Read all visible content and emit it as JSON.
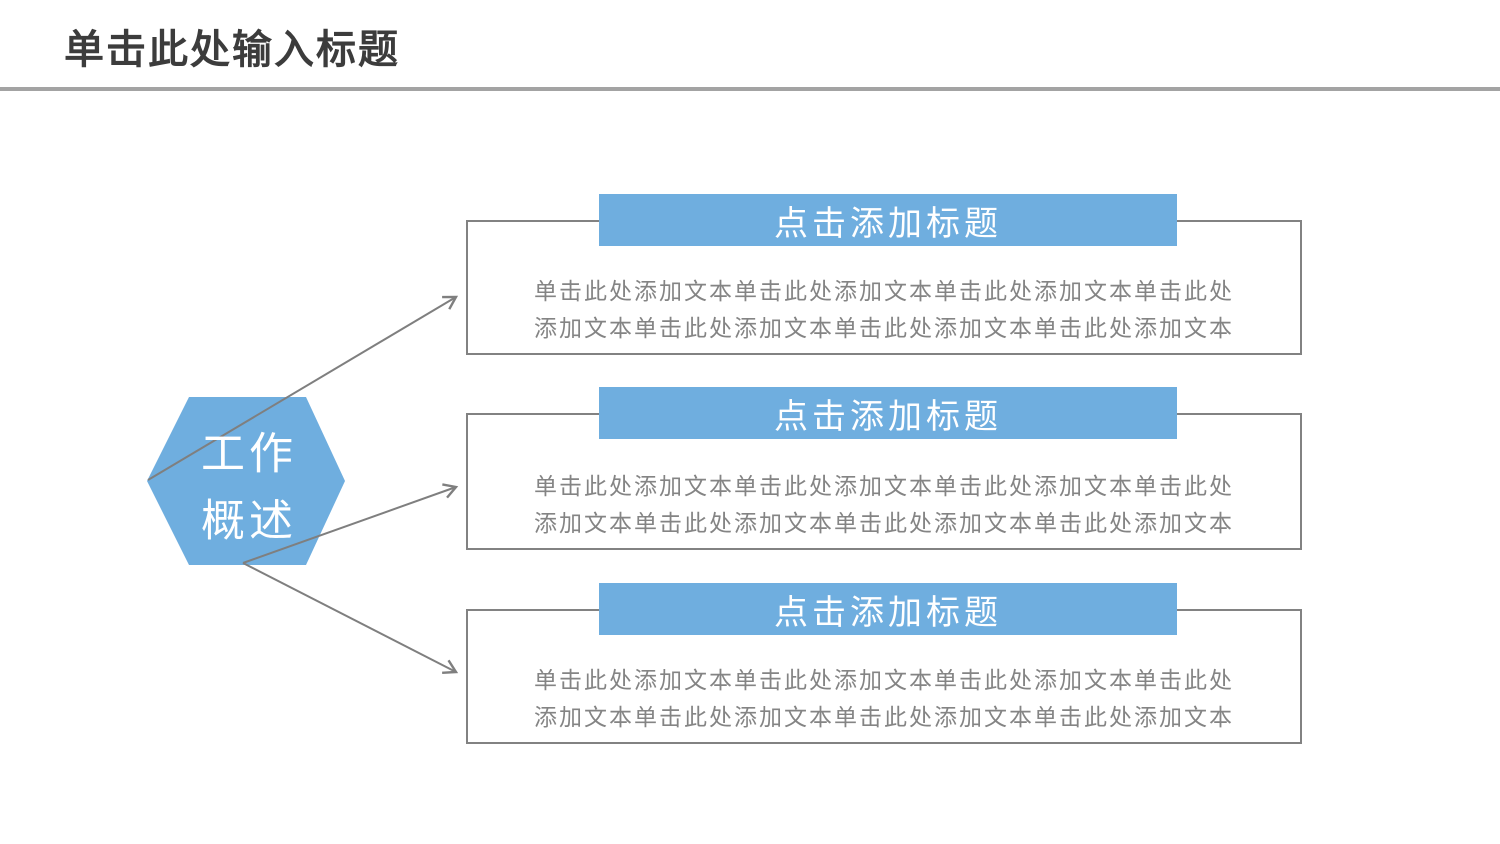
{
  "slide": {
    "title": "单击此处输入标题"
  },
  "hexagon": {
    "label_line1": "工作",
    "label_line2": "概述",
    "fill": "#6FAEDF"
  },
  "boxes": [
    {
      "title": "点击添加标题",
      "body_line1": "单击此处添加文本单击此处添加文本单击此处添加文本单击此处",
      "body_line2": "添加文本单击此处添加文本单击此处添加文本单击此处添加文本"
    },
    {
      "title": "点击添加标题",
      "body_line1": "单击此处添加文本单击此处添加文本单击此处添加文本单击此处",
      "body_line2": "添加文本单击此处添加文本单击此处添加文本单击此处添加文本"
    },
    {
      "title": "点击添加标题",
      "body_line1": "单击此处添加文本单击此处添加文本单击此处添加文本单击此处",
      "body_line2": "添加文本单击此处添加文本单击此处添加文本单击此处添加文本"
    }
  ],
  "colors": {
    "accent_blue": "#6FAEDF",
    "connector_gray": "#7f7f7f",
    "box_border_gray": "#828282",
    "body_text_gray": "#848484",
    "title_text_dark": "#3c3c3c",
    "divider_gray": "#a3a3a3",
    "header_text_white": "#ffffff"
  }
}
